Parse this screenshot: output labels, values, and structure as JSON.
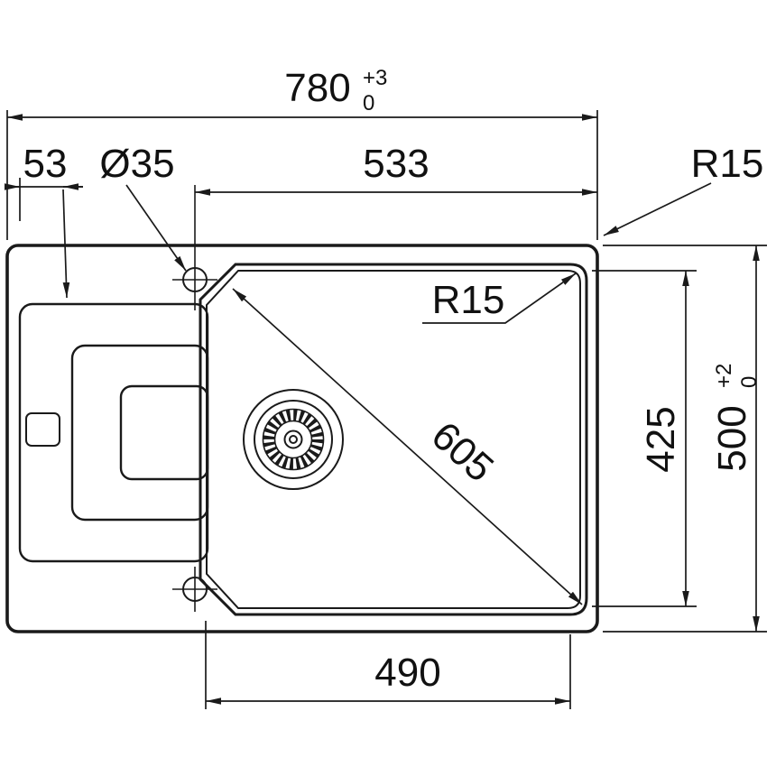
{
  "drawing": {
    "type": "sink-technical-drawing-top-view",
    "line_color": "#1a1a1a",
    "background": "#ffffff",
    "dims": {
      "overall_width": "780",
      "overall_width_tol_plus": "+3",
      "overall_width_tol_minus": "0",
      "bowl_width": "533",
      "left_offset": "53",
      "tap_hole_diameter": "Ø35",
      "outer_corner_radius": "R15",
      "bowl_corner_radius": "R15",
      "bowl_diagonal": "605",
      "bowl_height": "425",
      "overall_depth": "500",
      "overall_depth_tol_plus": "+2",
      "overall_depth_tol_minus": "0",
      "bowl_bottom_width": "490"
    }
  }
}
